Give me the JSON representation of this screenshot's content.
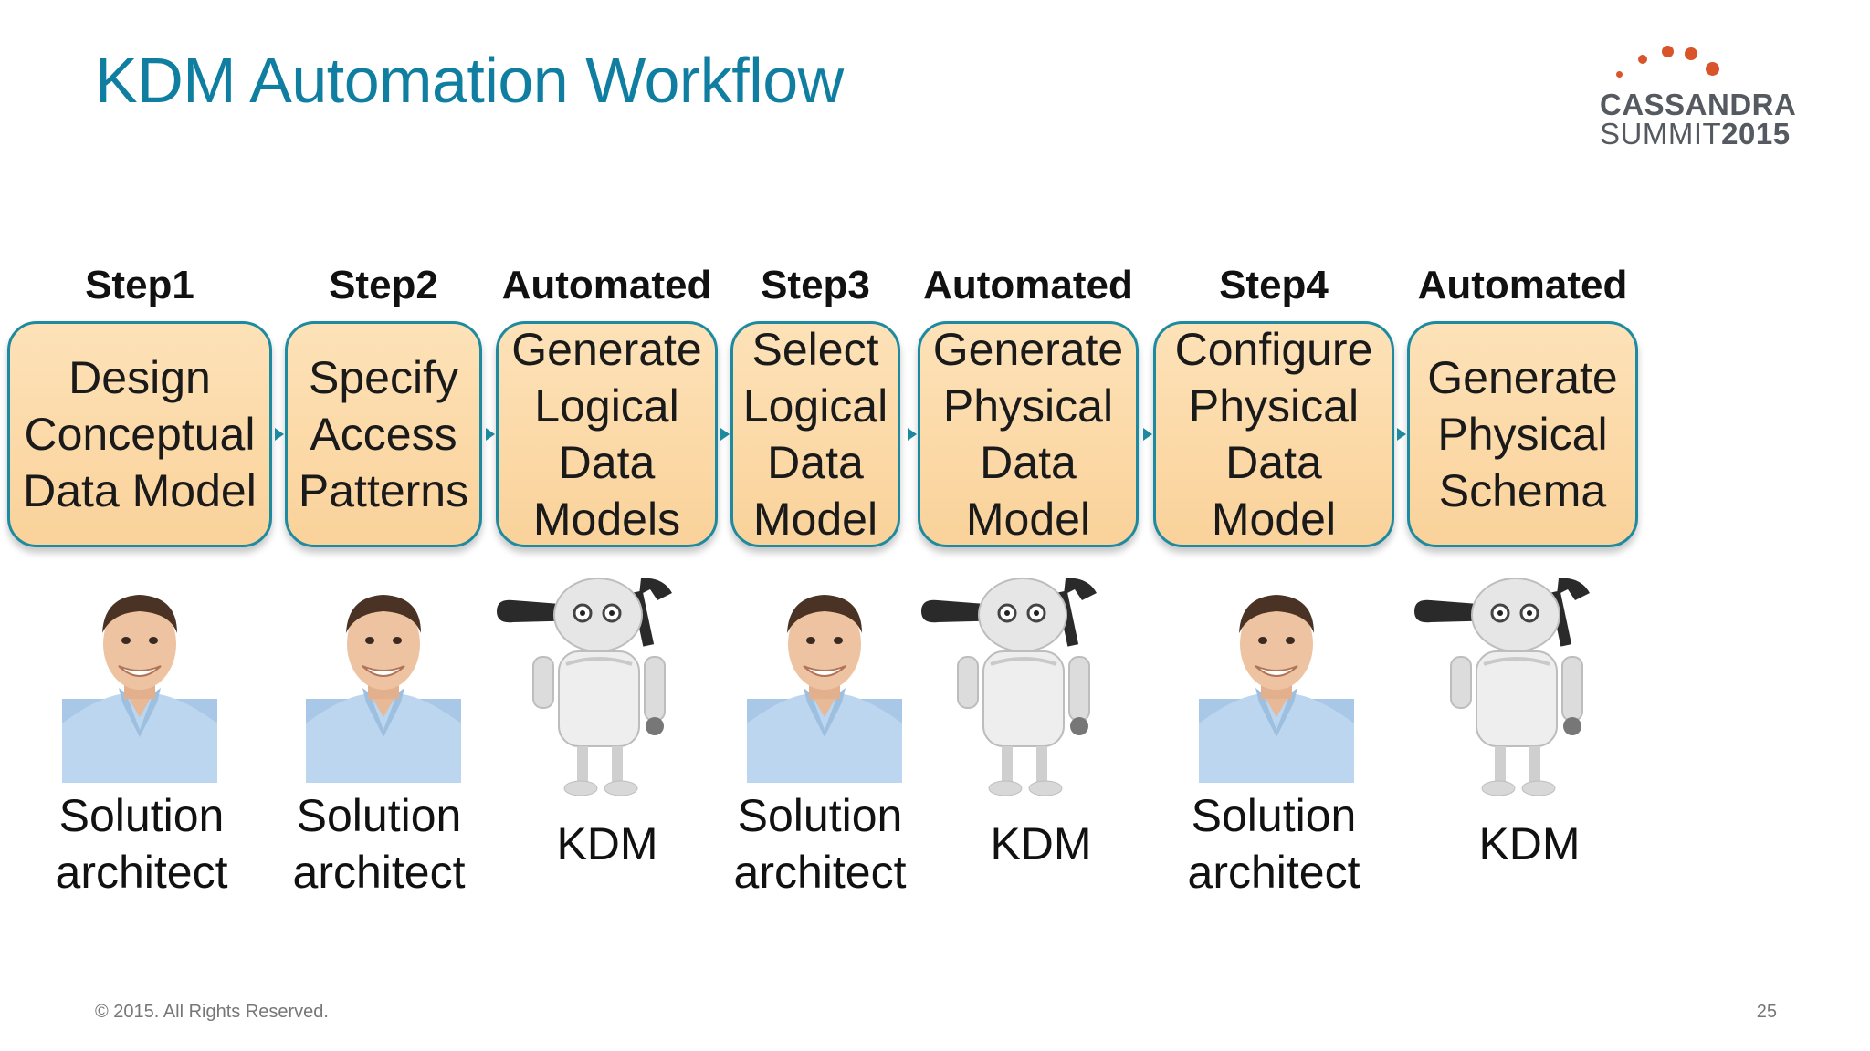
{
  "slide": {
    "title": "KDM Automation Workflow",
    "logo": {
      "line1": "CASSANDRA",
      "line2_text": "SUMMIT",
      "line2_year": "2015"
    },
    "footer": "© 2015. All Rights Reserved.",
    "page_number": "25"
  },
  "steps": [
    {
      "label": "Step1",
      "box": "Design\nConceptual\nData Model",
      "role": "Solution\narchitect",
      "actor": "person"
    },
    {
      "label": "Step2",
      "box": "Specify\nAccess\nPatterns",
      "role": "Solution\narchitect",
      "actor": "person"
    },
    {
      "label": "Automated",
      "box": "Generate\nLogical\nData\nModels",
      "role": "KDM",
      "actor": "robot"
    },
    {
      "label": "Step3",
      "box": "Select\nLogical\nData\nModel",
      "role": "Solution\narchitect",
      "actor": "person"
    },
    {
      "label": "Automated",
      "box": "Generate\nPhysical\nData\nModel",
      "role": "KDM",
      "actor": "robot"
    },
    {
      "label": "Step4",
      "box": "Configure\nPhysical\nData\nModel",
      "role": "Solution\narchitect",
      "actor": "person"
    },
    {
      "label": "Automated",
      "box": "Generate\nPhysical\nSchema",
      "role": "KDM",
      "actor": "robot"
    }
  ],
  "colors": {
    "title": "#0f7ea0",
    "box_fill": "#fad29a",
    "box_border": "#1e8aa0",
    "logo_accent": "#d9542a",
    "logo_text": "#555a60"
  }
}
